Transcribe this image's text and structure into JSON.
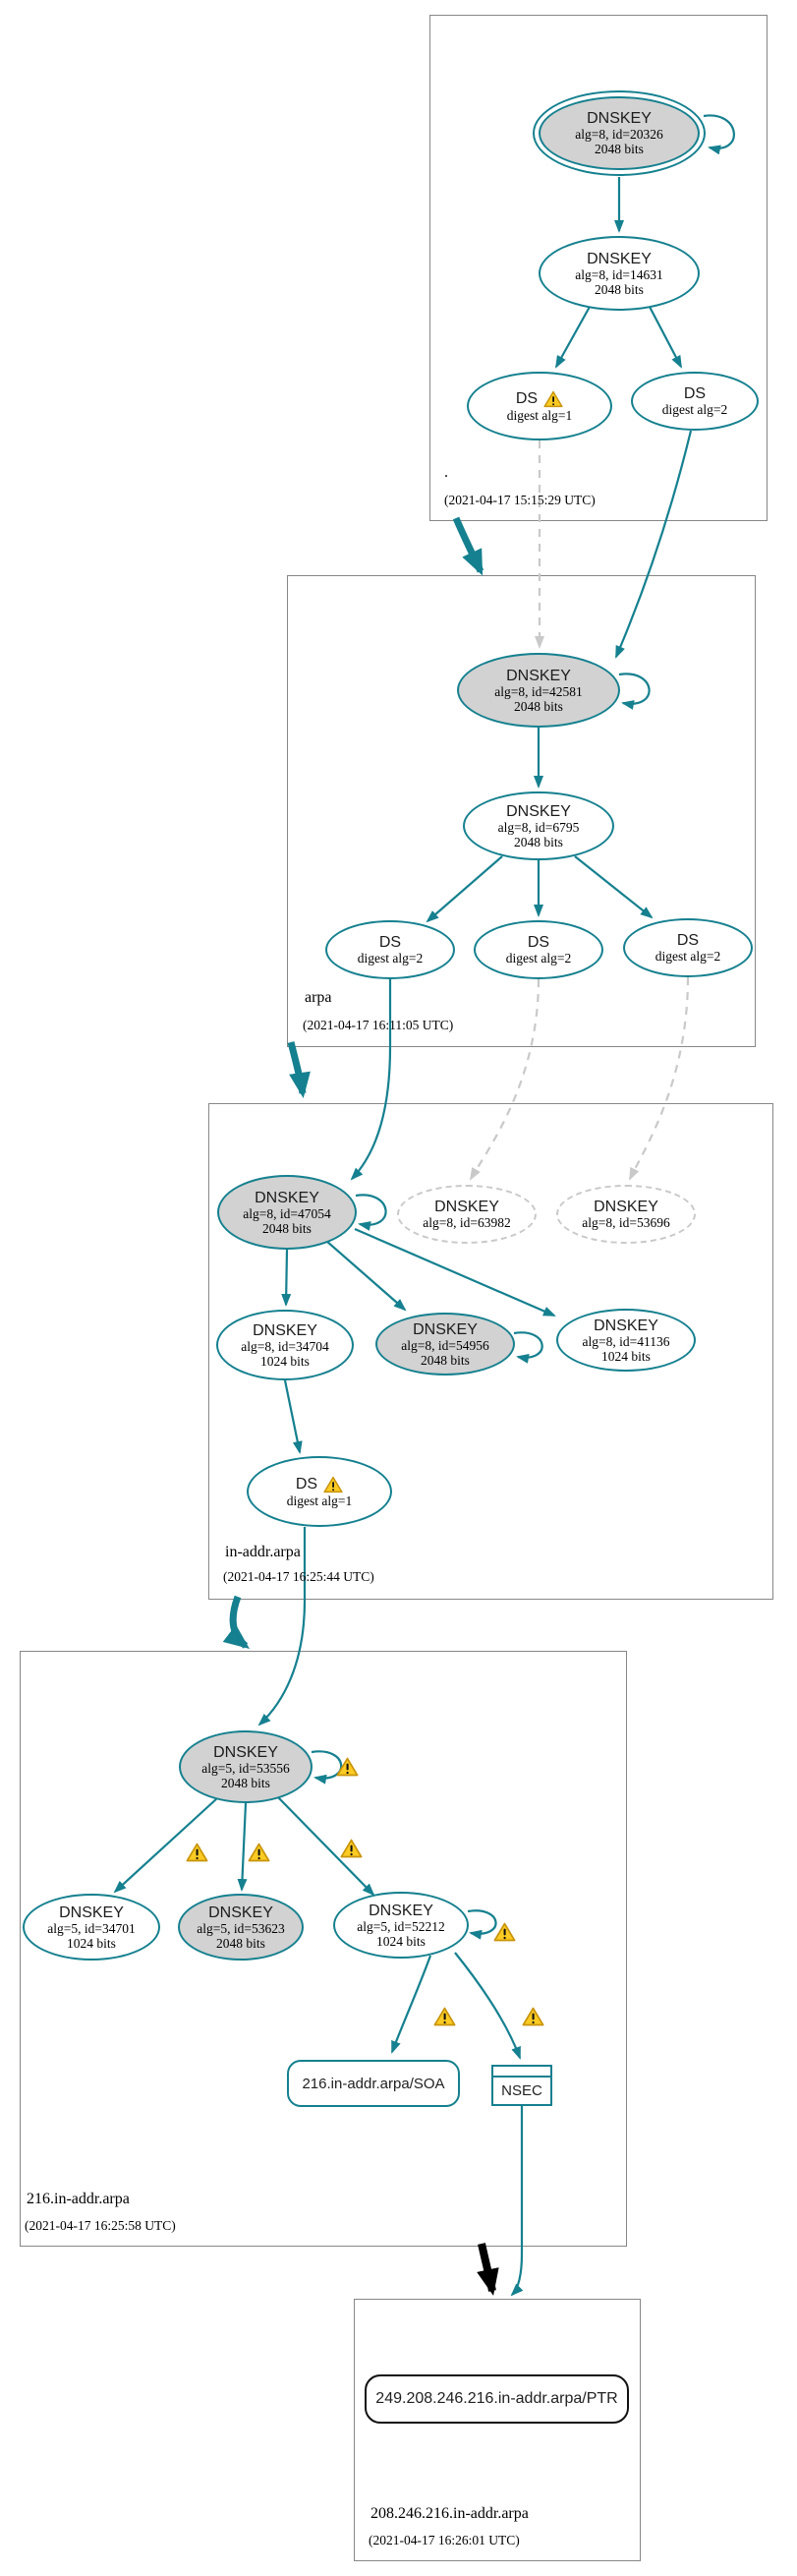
{
  "colors": {
    "edge_teal": "#15808f",
    "node_fill_gray": "#d2d2d2",
    "dashed_gray": "#c9c9c9",
    "warning_yellow": "#fbcb23",
    "warning_border": "#c9940a",
    "insecure_black": "#000000",
    "zone_box_border": "#878787"
  },
  "icons": {
    "warning": "warning-triangle"
  },
  "zones": {
    "root": {
      "label": ".",
      "timestamp": "(2021-04-17 15:15:29 UTC)",
      "nodes": {
        "ksk": {
          "title": "DNSKEY",
          "line2": "alg=8, id=20326",
          "line3": "2048 bits"
        },
        "zsk": {
          "title": "DNSKEY",
          "line2": "alg=8, id=14631",
          "line3": "2048 bits"
        },
        "ds1": {
          "title": "DS",
          "line2": "digest alg=1"
        },
        "ds2": {
          "title": "DS",
          "line2": "digest alg=2"
        }
      }
    },
    "arpa": {
      "label": "arpa",
      "timestamp": "(2021-04-17 16:11:05 UTC)",
      "nodes": {
        "ksk": {
          "title": "DNSKEY",
          "line2": "alg=8, id=42581",
          "line3": "2048 bits"
        },
        "zsk": {
          "title": "DNSKEY",
          "line2": "alg=8, id=6795",
          "line3": "2048 bits"
        },
        "ds_left": {
          "title": "DS",
          "line2": "digest alg=2"
        },
        "ds_mid": {
          "title": "DS",
          "line2": "digest alg=2"
        },
        "ds_right": {
          "title": "DS",
          "line2": "digest alg=2"
        }
      }
    },
    "in_addr": {
      "label": "in-addr.arpa",
      "timestamp": "(2021-04-17 16:25:44 UTC)",
      "nodes": {
        "ksk": {
          "title": "DNSKEY",
          "line2": "alg=8, id=47054",
          "line3": "2048 bits"
        },
        "dashed1": {
          "title": "DNSKEY",
          "line2": "alg=8, id=63982"
        },
        "dashed2": {
          "title": "DNSKEY",
          "line2": "alg=8, id=53696"
        },
        "zsk": {
          "title": "DNSKEY",
          "line2": "alg=8, id=34704",
          "line3": "1024 bits"
        },
        "key54956": {
          "title": "DNSKEY",
          "line2": "alg=8, id=54956",
          "line3": "2048 bits"
        },
        "key41136": {
          "title": "DNSKEY",
          "line2": "alg=8, id=41136",
          "line3": "1024 bits"
        },
        "ds": {
          "title": "DS",
          "line2": "digest alg=1"
        }
      }
    },
    "zone216": {
      "label": "216.in-addr.arpa",
      "timestamp": "(2021-04-17 16:25:58 UTC)",
      "nodes": {
        "ksk": {
          "title": "DNSKEY",
          "line2": "alg=5, id=53556",
          "line3": "2048 bits"
        },
        "key34701": {
          "title": "DNSKEY",
          "line2": "alg=5, id=34701",
          "line3": "1024 bits"
        },
        "key53623": {
          "title": "DNSKEY",
          "line2": "alg=5, id=53623",
          "line3": "2048 bits"
        },
        "key52212": {
          "title": "DNSKEY",
          "line2": "alg=5, id=52212",
          "line3": "1024 bits"
        },
        "soa": {
          "label": "216.in-addr.arpa/SOA"
        },
        "nsec": {
          "label": "NSEC"
        }
      }
    },
    "target": {
      "label": "208.246.216.in-addr.arpa",
      "timestamp": "(2021-04-17 16:26:01 UTC)",
      "nodes": {
        "ptr": {
          "label": "249.208.246.216.in-addr.arpa/PTR"
        }
      }
    }
  }
}
